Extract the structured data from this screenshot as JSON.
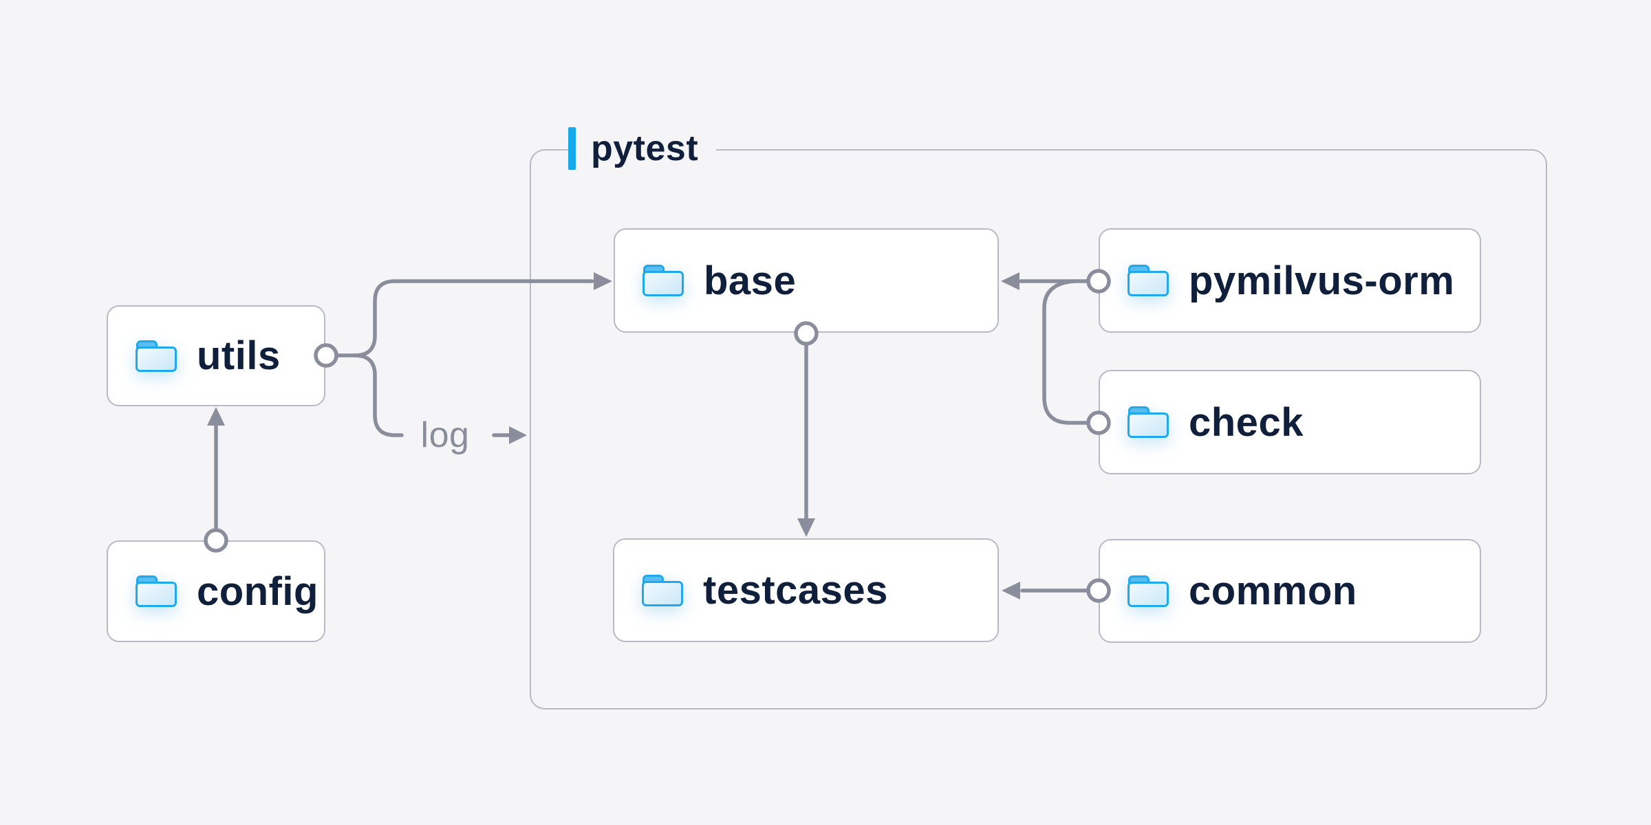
{
  "diagram": {
    "group": {
      "label": "pytest"
    },
    "log_label": "log",
    "nodes": [
      {
        "id": "utils",
        "label": "utils",
        "icon": "folder-icon"
      },
      {
        "id": "config",
        "label": "config",
        "icon": "folder-icon"
      },
      {
        "id": "base",
        "label": "base",
        "icon": "folder-icon"
      },
      {
        "id": "pymilvus-orm",
        "label": "pymilvus-orm",
        "icon": "folder-icon"
      },
      {
        "id": "check",
        "label": "check",
        "icon": "folder-icon"
      },
      {
        "id": "testcases",
        "label": "testcases",
        "icon": "folder-icon"
      },
      {
        "id": "common",
        "label": "common",
        "icon": "folder-icon"
      }
    ],
    "edges": [
      {
        "from": "config",
        "to": "utils",
        "type": "arrow"
      },
      {
        "from": "utils",
        "to": "base",
        "type": "arrow"
      },
      {
        "from": "utils",
        "to": "log",
        "type": "arrow",
        "label": "log"
      },
      {
        "from": "base",
        "to": "testcases",
        "type": "arrow"
      },
      {
        "from": "pymilvus-orm",
        "to": "base",
        "type": "arrow"
      },
      {
        "from": "check",
        "to": "base",
        "type": "arrow"
      },
      {
        "from": "common",
        "to": "testcases",
        "type": "arrow"
      }
    ],
    "colors": {
      "background": "#f5f5f7",
      "node_fill": "#ffffff",
      "node_border": "#b7b9c5",
      "connector_gray": "#8a8e9c",
      "text_navy": "#101f3c",
      "accent_blue": "#15a9ea",
      "folder_blue": "#1fa9ea"
    }
  }
}
